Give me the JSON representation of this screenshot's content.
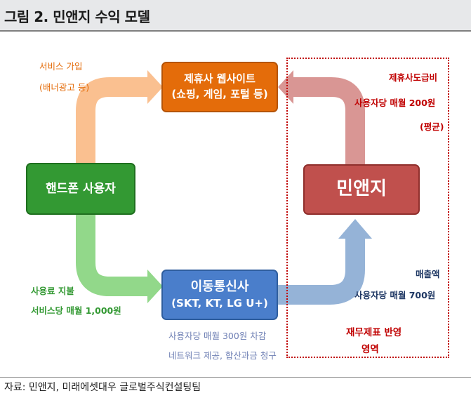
{
  "title": "그림 2. 민앤지 수익 모델",
  "source": "자료: 민앤지, 미래에셋대우 글로벌주식컨설팅팀",
  "nodes": {
    "partner": {
      "line1": "제휴사 웹사이트",
      "line2": "(쇼핑, 게임, 포털 등)"
    },
    "user": {
      "label": "핸드폰 사용자"
    },
    "telco": {
      "line1": "이동통신사",
      "line2": "(SKT, KT, LG U+)"
    },
    "minanji": {
      "label": "민앤지"
    }
  },
  "labels": {
    "service_join_1": "서비스 가입",
    "service_join_2": "(배너광고 등)",
    "fee_paid_1": "사용료 지불",
    "fee_paid_2": "서비스당 매월 1,000원",
    "telco_note_1": "사용자당 매월 300원 차감",
    "telco_note_2": "네트워크 제공, 합산과금 청구",
    "partner_pay_1": "제휴사도급비",
    "partner_pay_2": "사용자당 매월 200원",
    "partner_pay_3": "(평균)",
    "revenue_1": "매출액",
    "revenue_2": "사용자당 매월 700원",
    "financials_1": "재무제표 반영",
    "financials_2": "영역"
  },
  "colors": {
    "partner": "#e46c0a",
    "user": "#339933",
    "telco": "#4a7ecb",
    "minanji": "#c0504d",
    "arrow_orange": "#fac090",
    "arrow_green": "#92d88a",
    "arrow_blue": "#95b3d7",
    "arrow_red": "#d99694",
    "region_border": "#c00000"
  }
}
